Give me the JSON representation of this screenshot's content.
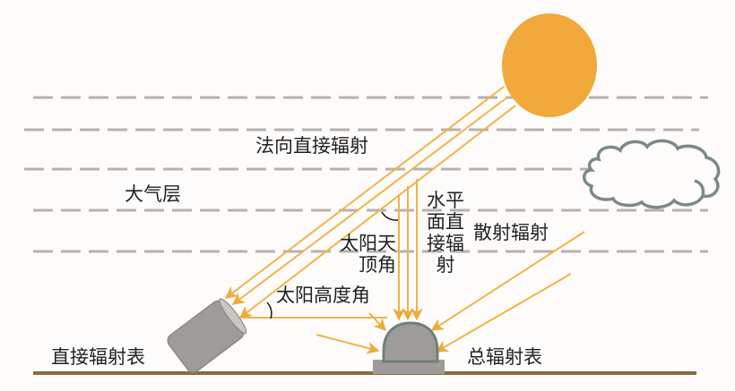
{
  "diagram": {
    "title": "",
    "labels": {
      "normal_direct": "法向直接辐射",
      "atmosphere": "大气层",
      "horizontal_direct_line1": "水平",
      "horizontal_direct_line2": "面直",
      "horizontal_direct_line3": "接辐",
      "horizontal_direct_line4": "射",
      "diffuse": "散射辐射",
      "zenith_line1": "太阳天",
      "zenith_line2": "顶角",
      "altitude": "太阳高度角",
      "pyrheliometer": "直接辐射表",
      "pyranometer": "总辐射表"
    },
    "colors": {
      "sun": "#f0a93a",
      "ray": "#f0b34a",
      "dash": "#b7b1ad",
      "cloud_stroke": "#7c8a87",
      "instrument": "#9e9b99",
      "instrument_edge": "#6f7f7c",
      "ground": "#8a6a3e",
      "text": "#222222"
    },
    "nodes": [
      "太阳",
      "大气层",
      "云",
      "直接辐射表",
      "总辐射表",
      "地面"
    ],
    "edges": [
      {
        "from": "太阳",
        "to": "直接辐射表",
        "label": "法向直接辐射"
      },
      {
        "from": "太阳",
        "to": "总辐射表",
        "label": "水平面直接辐射"
      },
      {
        "from": "大气层/云",
        "to": "总辐射表",
        "label": "散射辐射"
      }
    ]
  }
}
